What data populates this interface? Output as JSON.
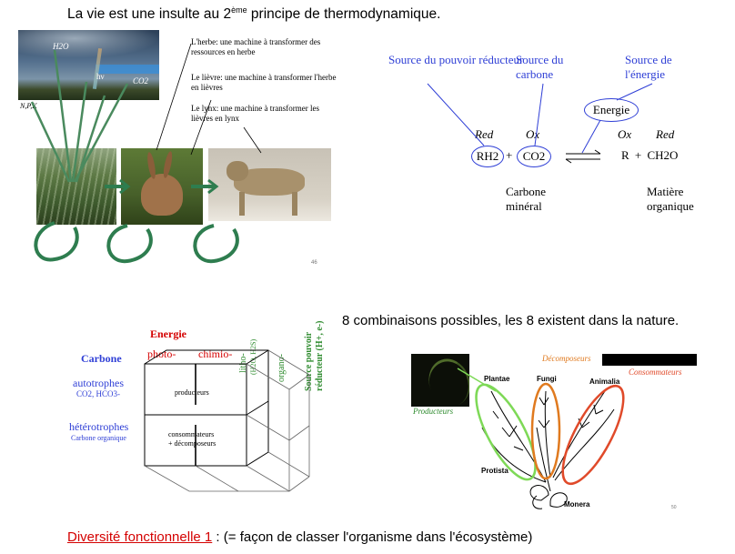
{
  "title": {
    "before": "La vie est une insulte au 2",
    "sup": "ème",
    "after": " principe de thermodynamique."
  },
  "slide1": {
    "sky_labels": {
      "h2o": "H2O",
      "hv": "hν",
      "co2": "CO2",
      "npk": "N,P,K"
    },
    "captions": [
      "L'herbe: une machine à transformer des ressources en herbe",
      "Le lièvre: une machine à transformer l'herbe en lièvres",
      "Le lynx: une machine à transformer les lièvres en lynx"
    ],
    "page_number": "46"
  },
  "slide2": {
    "source_reducteur": "Source du pouvoir réducteur",
    "source_carbone": "Source du carbone",
    "source_energie": "Source de l'énergie",
    "energie_box": "Energie",
    "red1": "Red",
    "ox1": "Ox",
    "ox2": "Ox",
    "red2": "Red",
    "rh2": "RH2",
    "plus1": "+",
    "co2": "CO2",
    "products": "R + CH2O",
    "carbone_mineral": "Carbone minéral",
    "matiere_organique": "Matière organique"
  },
  "subline": "8 combinaisons possibles, les 8 existent dans la nature.",
  "slide3": {
    "energie": "Energie",
    "carbone": "Carbone",
    "photo": "photo-",
    "chimio": "chimio-",
    "litho": "litho-",
    "litho_sub": "(H2O, H2S)",
    "organo": "organo-",
    "source_pouvoir": "Source pouvoir",
    "reducteur": "réducteur (H+, e-)",
    "autotrophes": "autotrophes",
    "autotrophes_sub": "CO2, HCO3-",
    "heterotrophes": "hétérotrophes",
    "heterotrophes_sub": "Carbone organique",
    "producteurs": "producteurs",
    "consommateurs": "consommateurs",
    "decomposeurs": "+ décomposeurs"
  },
  "slide4": {
    "decomposeurs": "Décomposeurs",
    "consommateurs": "Consommateurs",
    "producteurs": "Producteurs",
    "plantae": "Plantae",
    "fungi": "Fungi",
    "animalia": "Animalia",
    "protista": "Protista",
    "monera": "Monera",
    "page_number": "50",
    "colors": {
      "plantae": "#7ed957",
      "fungi": "#e07a1f",
      "animalia": "#e04a2a"
    }
  },
  "footer": {
    "link": "Diversité fonctionnelle 1",
    "rest": " : (= façon de classer l'organisme dans l'écosystème)"
  }
}
